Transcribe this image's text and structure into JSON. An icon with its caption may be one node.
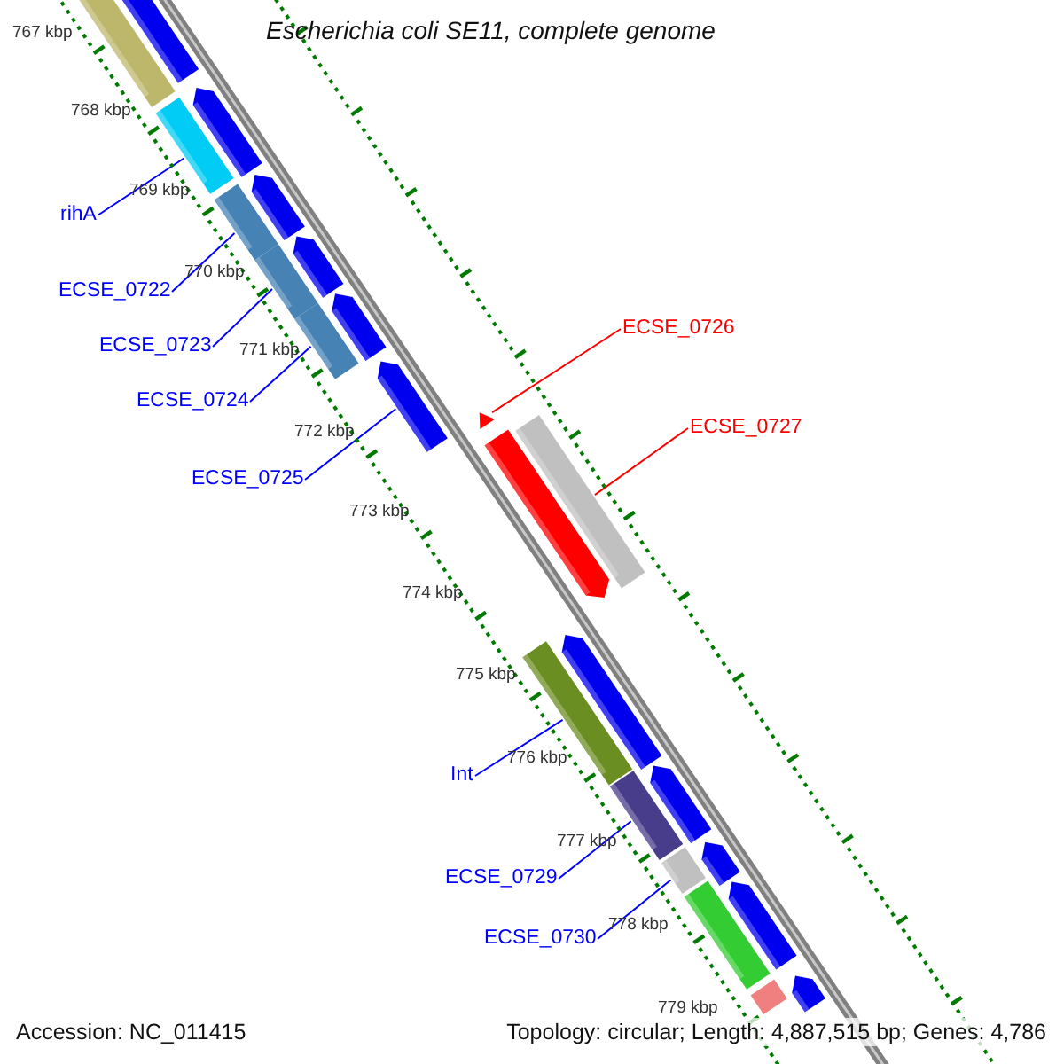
{
  "diagram": {
    "title": "Escherichia coli SE11, complete genome",
    "nodes": [
      {
        "text": [
          "rihA"
        ]
      },
      {
        "text": [
          "ECSE_0722"
        ]
      },
      {
        "text": [
          "ECSE_0723"
        ]
      },
      {
        "text": [
          "ECSE_0724"
        ]
      },
      {
        "text": [
          "ECSE_0725"
        ]
      },
      {
        "text": [
          "ECSE_0726"
        ]
      },
      {
        "text": [
          "ECSE_0727"
        ]
      },
      {
        "text": [
          "Int"
        ]
      },
      {
        "text": [
          "ECSE_0729"
        ]
      },
      {
        "text": [
          "ECSE_0730"
        ]
      },
      {
        "text": [],
        "shape": "bar"
      },
      {
        "text": [],
        "shape": "arrow"
      },
      {
        "text": [],
        "shape": "bar"
      },
      {
        "text": [],
        "shape": "arrow"
      },
      {
        "text": [],
        "shape": "bar"
      },
      {
        "text": [],
        "shape": "arrow"
      },
      {
        "text": [],
        "shape": "bar"
      },
      {
        "text": [],
        "shape": "arrow"
      },
      {
        "text": [],
        "shape": "bar"
      },
      {
        "text": [],
        "shape": "arrow"
      },
      {
        "text": [],
        "shape": "arrow"
      },
      {
        "text": [],
        "shape": "triangle"
      },
      {
        "text": [],
        "shape": "arrow"
      },
      {
        "text": [],
        "shape": "bar"
      },
      {
        "text": [],
        "shape": "bar"
      },
      {
        "text": [],
        "shape": "arrow"
      },
      {
        "text": [],
        "shape": "bar"
      },
      {
        "text": [],
        "shape": "arrow"
      },
      {
        "text": [],
        "shape": "bar"
      },
      {
        "text": [],
        "shape": "arrow"
      },
      {
        "text": [],
        "shape": "bar"
      },
      {
        "text": [],
        "shape": "arrow"
      },
      {
        "text": [],
        "shape": "bar"
      },
      {
        "text": [],
        "shape": "arrow"
      }
    ],
    "edges": [
      {
        "from": 0,
        "to": 12,
        "arrow": "none"
      },
      {
        "from": 1,
        "to": 14,
        "arrow": "none"
      },
      {
        "from": 2,
        "to": 16,
        "arrow": "none"
      },
      {
        "from": 3,
        "to": 18,
        "arrow": "none"
      },
      {
        "from": 4,
        "to": 20,
        "arrow": "none"
      },
      {
        "from": 5,
        "to": 21,
        "arrow": "none",
        "color": "#ff0000"
      },
      {
        "from": 6,
        "to": 23,
        "arrow": "none",
        "color": "#ff0000"
      },
      {
        "from": 7,
        "to": 24,
        "arrow": "none"
      },
      {
        "from": 8,
        "to": 26,
        "arrow": "none"
      },
      {
        "from": 9,
        "to": 28,
        "arrow": "none"
      }
    ],
    "labels": [
      "767 kbp",
      "768 kbp",
      "769 kbp",
      "770 kbp",
      "771 kbp",
      "772 kbp",
      "773 kbp",
      "774 kbp",
      "775 kbp",
      "776 kbp",
      "777 kbp",
      "778 kbp",
      "779 kbp",
      "Accession: NC_011415",
      "Topology: circular; Length: 4,887,515 bp; Genes: 4,786"
    ]
  }
}
